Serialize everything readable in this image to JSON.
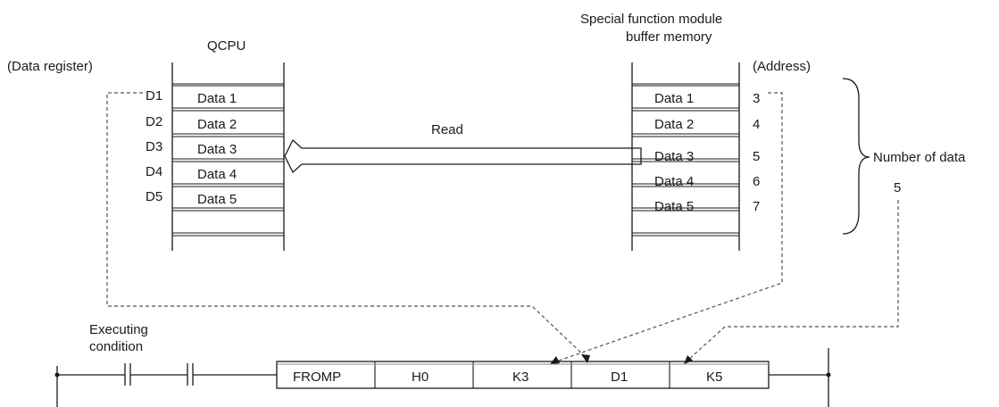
{
  "labels": {
    "data_register": "(Data register)",
    "qcpu": "QCPU",
    "sfm_line1": "Special function module",
    "sfm_line2": "buffer memory",
    "address": "(Address)",
    "read": "Read",
    "number_of_data": "Number of data",
    "number_of_data_value": "5",
    "executing_line1": "Executing",
    "executing_line2": "condition"
  },
  "registers": [
    {
      "name": "D1",
      "data": "Data 1"
    },
    {
      "name": "D2",
      "data": "Data 2"
    },
    {
      "name": "D3",
      "data": "Data 3"
    },
    {
      "name": "D4",
      "data": "Data 4"
    },
    {
      "name": "D5",
      "data": "Data 5"
    }
  ],
  "buffer": [
    {
      "data": "Data 1",
      "address": "3"
    },
    {
      "data": "Data 2",
      "address": "4"
    },
    {
      "data": "Data 3",
      "address": "5"
    },
    {
      "data": "Data 4",
      "address": "6"
    },
    {
      "data": "Data 5",
      "address": "7"
    }
  ],
  "instruction": [
    "FROMP",
    "H0",
    "K3",
    "D1",
    "K5"
  ]
}
